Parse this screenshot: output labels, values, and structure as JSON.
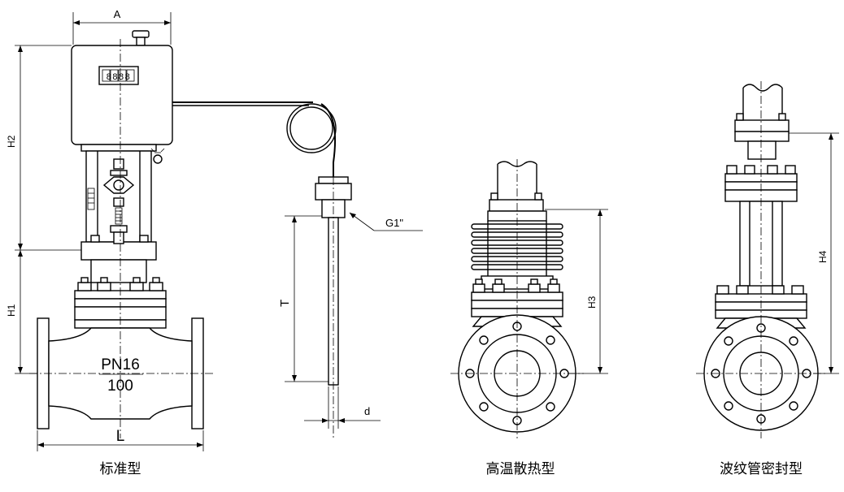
{
  "labels": {
    "dim_a": "A",
    "dim_h2": "H2",
    "dim_h1": "H1",
    "dim_l": "L",
    "dim_t": "T",
    "dim_d": "d",
    "dim_g": "G1\"",
    "dim_h3": "H3",
    "dim_h4": "H4",
    "body_pressure": "PN16",
    "body_size": "100",
    "counter": "8888"
  },
  "captions": {
    "standard": "标准型",
    "high_temp": "高温散热型",
    "bellows": "波纹管密封型"
  }
}
